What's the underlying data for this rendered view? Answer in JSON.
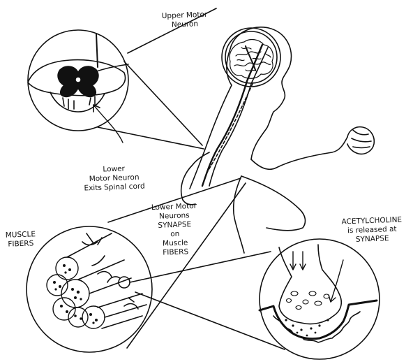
{
  "labels": {
    "upper_motor": [
      "Upper Motor",
      "Neuron"
    ],
    "lower_motor_exits": [
      "Lower",
      "Motor Neuron",
      "Exits Spinal cord"
    ],
    "lower_motor_synapse": [
      "Lower Motor",
      "Neurons",
      "SYNAPSE",
      "on",
      "Muscle",
      "FIBERS"
    ],
    "muscle_fibers": [
      "MUSCLE",
      "FIBERS"
    ],
    "acetylcholine": [
      "ACETYLCHOLINE",
      "is released at",
      "SYNAPSE"
    ]
  },
  "colors": {
    "ink": "#111111",
    "paper": "#ffffff"
  }
}
